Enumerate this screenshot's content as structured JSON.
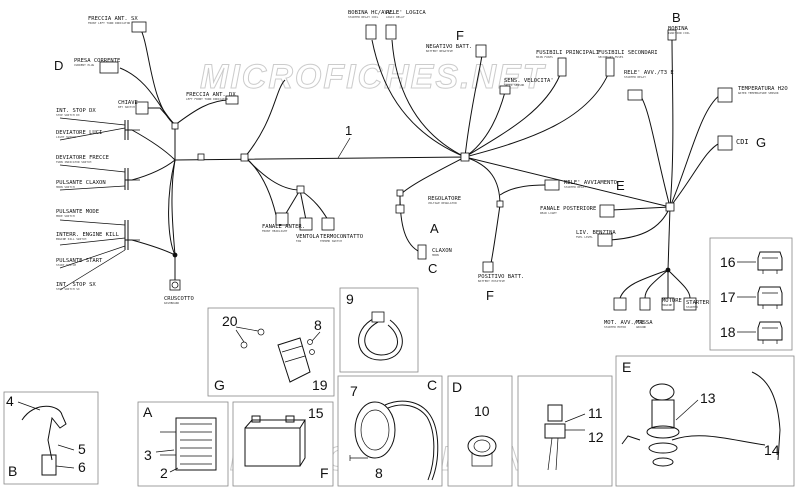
{
  "watermark": "MICROFICHES.NET",
  "connectors": [
    {
      "id": "freccia_ant_sx",
      "label": "FRECCIA ANT. SX",
      "sub": "FRONT LEFT TURN INDICATOR"
    },
    {
      "id": "presa_corrente",
      "label": "PRESA CORRENTE",
      "sub": "CURRENT PLUG"
    },
    {
      "id": "chiave",
      "label": "CHIAVE",
      "sub": "KEY SWITCH"
    },
    {
      "id": "freccia_ant_dx",
      "label": "FRECCIA ANT. DX",
      "sub": "LEFT FRONT TURN INDICATOR"
    },
    {
      "id": "int_stop_dx",
      "label": "INT. STOP DX",
      "sub": "STOP SWITCH DX"
    },
    {
      "id": "deviatore_luci",
      "label": "DEVIATORE LUCI",
      "sub": "LIGHT SWITCH"
    },
    {
      "id": "deviatore_frecce",
      "label": "DEVIATORE FRECCE",
      "sub": "TURN INDICATOR SWITCH"
    },
    {
      "id": "pulsante_claxon",
      "label": "PULSANTE CLAXON",
      "sub": "HORN SWITCH"
    },
    {
      "id": "pulsante_mode",
      "label": "PULSANTE MODE",
      "sub": "MODE SWITCH"
    },
    {
      "id": "interr_engine_kill",
      "label": "INTERR. ENGINE KILL",
      "sub": "ENGINE KILL SWITCH"
    },
    {
      "id": "pulsante_start",
      "label": "PULSANTE START",
      "sub": "START SWITCH"
    },
    {
      "id": "int_stop_sx",
      "label": "INT. STOP SX",
      "sub": "STOP SWITCH SX"
    },
    {
      "id": "cruscotto",
      "label": "CRUSCOTTO",
      "sub": "DASHBOARD"
    },
    {
      "id": "bobina_hc",
      "label": "BOBINA HC/AVV.",
      "sub": "STARTER RELAY COIL"
    },
    {
      "id": "rele_logica",
      "label": "RELE' LOGICA",
      "sub": "LOGIC RELAY"
    },
    {
      "id": "negativo_batt",
      "label": "NEGATIVO BATT.",
      "sub": "BATTERY NEGATIVE"
    },
    {
      "id": "fusibili_principali",
      "label": "FUSIBILI PRINCIPALI",
      "sub": "MAIN FUSES"
    },
    {
      "id": "fusibili_secondari",
      "label": "FUSIBILI SECONDARI",
      "sub": "SECONDARY FUSES"
    },
    {
      "id": "bobina",
      "label": "BOBINA",
      "sub": "IGNITION COIL"
    },
    {
      "id": "sens_velocita",
      "label": "SENS. VELOCITA'",
      "sub": "SPEED SENSOR"
    },
    {
      "id": "rele_avv",
      "label": "RELE' AVV./T3 E",
      "sub": "STARTER RELAY"
    },
    {
      "id": "temperatura",
      "label": "TEMPERATURA H2O",
      "sub": "WATER TEMPERATURE SENSOR"
    },
    {
      "id": "cdi",
      "label": "CDI",
      "sub": ""
    },
    {
      "id": "regolatore",
      "label": "REGOLATORE",
      "sub": "VOLTAGE REGULATOR"
    },
    {
      "id": "claxon",
      "label": "CLAXON",
      "sub": "HORN"
    },
    {
      "id": "rele_avviamento",
      "label": "RELE' AVVIAMENTO",
      "sub": "STARTER RELAY"
    },
    {
      "id": "fanale_posteriore",
      "label": "FANALE POSTERIORE",
      "sub": "REAR LIGHT"
    },
    {
      "id": "liv_benzina",
      "label": "LIV. BENZINA",
      "sub": "FUEL LEVEL"
    },
    {
      "id": "positivo_batt",
      "label": "POSITIVO BATT.",
      "sub": "BATTERY POSITIVE"
    },
    {
      "id": "fanale_anter",
      "label": "FANALE ANTER.",
      "sub": "FRONT HEADLIGHT"
    },
    {
      "id": "ventola",
      "label": "VENTOLA",
      "sub": "FAN"
    },
    {
      "id": "termocontatto",
      "label": "TERMOCONTATTO",
      "sub": "THERMO SWITCH"
    },
    {
      "id": "mot_avv",
      "label": "MOT. AVV./T3",
      "sub": "STARTER MOTOR"
    },
    {
      "id": "massa",
      "label": "MASSA",
      "sub": "GROUND"
    },
    {
      "id": "motore",
      "label": "MOTORE",
      "sub": "ENGINE"
    },
    {
      "id": "starter",
      "label": "STARTER",
      "sub": "STARTER"
    }
  ],
  "callouts": {
    "main_harness": "1",
    "D": "D",
    "B_top": "B",
    "F_top": "F",
    "G_top": "G",
    "E_main": "E",
    "A_main": "A",
    "C_main": "C",
    "F_bottom": "F"
  },
  "fuses": [
    "16",
    "17",
    "18"
  ],
  "panels": {
    "g": {
      "letter": "G",
      "parts": [
        "20",
        "8",
        "19"
      ]
    },
    "p9": {
      "number": "9"
    },
    "c": {
      "letter": "C",
      "parts": [
        "7",
        "8"
      ]
    },
    "d": {
      "letter": "D",
      "parts": [
        "10",
        "11",
        "12"
      ]
    },
    "e": {
      "letter": "E",
      "parts": [
        "13",
        "14"
      ]
    },
    "b": {
      "letter": "B",
      "parts": [
        "4",
        "5",
        "6"
      ]
    },
    "a": {
      "letter": "A",
      "parts": [
        "3",
        "2"
      ]
    },
    "f": {
      "letter": "F",
      "parts": [
        "15"
      ]
    }
  }
}
